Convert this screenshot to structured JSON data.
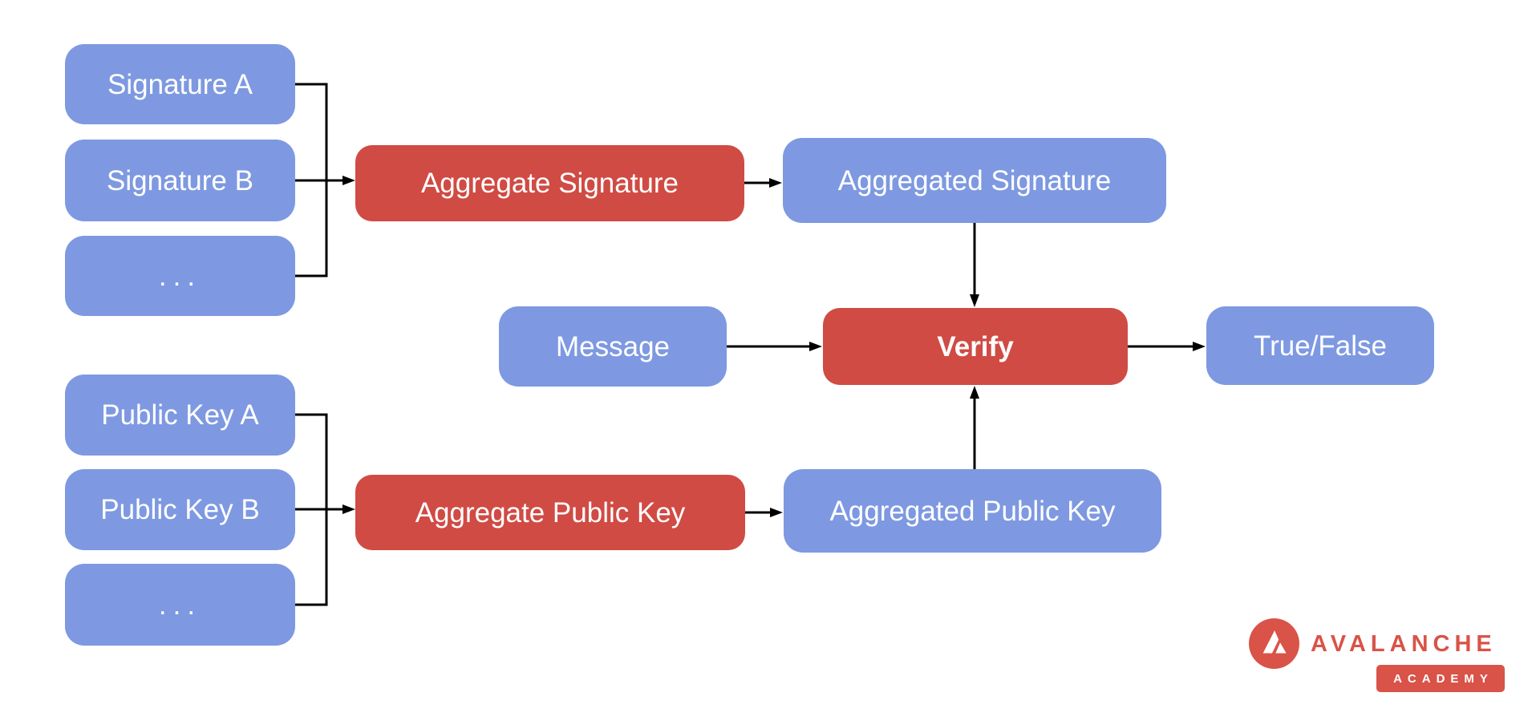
{
  "colors": {
    "node_blue": "#7e99e1",
    "node_red": "#d04b44",
    "connector": "#000000",
    "logo_red": "#d95348",
    "label_text": "#ffffff"
  },
  "diagram": {
    "nodes": {
      "sig_a": {
        "label": "Signature A"
      },
      "sig_b": {
        "label": "Signature B"
      },
      "sig_more": {
        "label": "..."
      },
      "aggregate_signature": {
        "label": "Aggregate Signature"
      },
      "aggregated_signature": {
        "label": "Aggregated Signature"
      },
      "message": {
        "label": "Message"
      },
      "verify": {
        "label": "Verify"
      },
      "true_false": {
        "label": "True/False"
      },
      "pk_a": {
        "label": "Public Key A"
      },
      "pk_b": {
        "label": "Public Key B"
      },
      "pk_more": {
        "label": "..."
      },
      "aggregate_public_key": {
        "label": "Aggregate Public Key"
      },
      "aggregated_public_key": {
        "label": "Aggregated Public Key"
      }
    }
  },
  "logo": {
    "wordmark": "AVALANCHE",
    "badge": "ACADEMY"
  }
}
